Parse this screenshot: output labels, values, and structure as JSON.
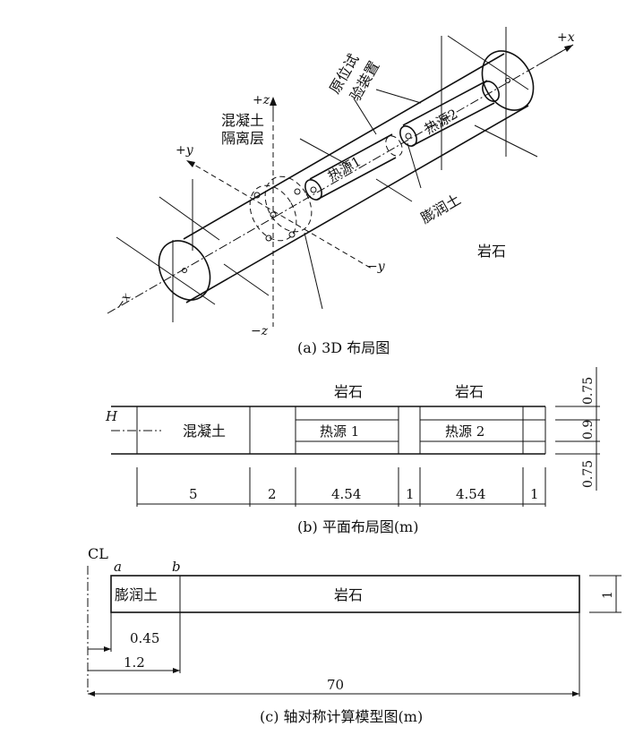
{
  "panel_a": {
    "caption": "(a) 3D 布局图",
    "axes": {
      "px": "+x",
      "nx": "−x",
      "py": "+y",
      "ny": "−y",
      "pz": "+z",
      "nz": "−z"
    },
    "labels": {
      "device_line1": "原位试",
      "device_line2": "验装置",
      "concrete_line1": "混凝土",
      "concrete_line2": "隔离层",
      "heater1": "热源1",
      "heater2": "热源2",
      "bentonite": "膨润土",
      "rock": "岩石"
    }
  },
  "panel_b": {
    "caption": "(b) 平面布局图(m)",
    "h_label": "H",
    "rock1": "岩石",
    "rock2": "岩石",
    "concrete": "混凝土",
    "heater1": "热源 1",
    "heater2": "热源 2",
    "segments": [
      "5",
      "2",
      "4.54",
      "1",
      "4.54",
      "1"
    ],
    "vert_dims": [
      "0.75",
      "0.9",
      "0.75"
    ]
  },
  "panel_c": {
    "caption": "(c) 轴对称计算模型图(m)",
    "cl": "CL",
    "a": "a",
    "b": "b",
    "bentonite": "膨润土",
    "rock": "岩石",
    "dim_045": "0.45",
    "dim_12": "1.2",
    "dim_70": "70",
    "dim_1": "1"
  }
}
